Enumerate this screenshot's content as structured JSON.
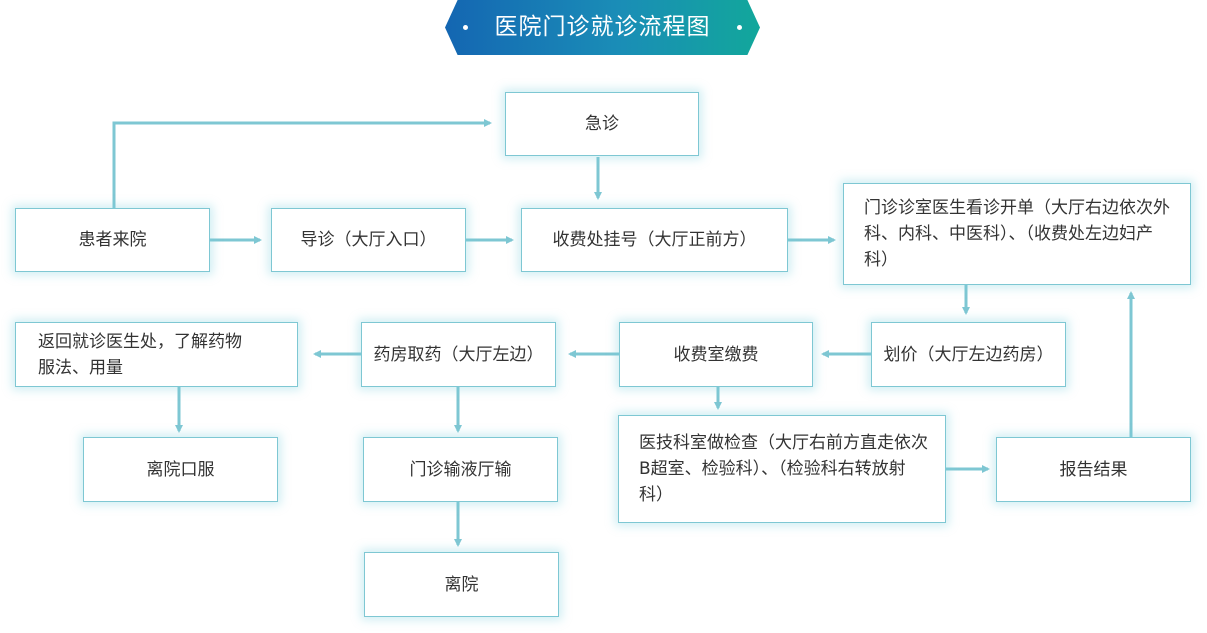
{
  "title": "医院门诊就诊流程图",
  "colors": {
    "banner_start": "#1466b2",
    "banner_end": "#12a79b",
    "connector": "#7ec7d3",
    "node_border": "#7ec7d3",
    "text": "#333333"
  },
  "nodes": {
    "emergency": "急诊",
    "patient_arrival": "患者来院",
    "triage": "导诊（大厅入口）",
    "registration": "收费处挂号（大厅正前方）",
    "clinic_doctor": "门诊诊室医生看诊开单（大厅右边依次外科、内科、中医科）、（收费处左边妇产科）",
    "pricing": "划价（大厅左边药房）",
    "payment": "收费室缴费",
    "pharmacy": "药房取药（大厅左边）",
    "return_doctor": "返回就诊医生处，了解药物服法、用量",
    "leave_oral": "离院口服",
    "infusion": "门诊输液厅输",
    "leave": "离院",
    "examination": "医技科室做检查（大厅右前方直走依次B超室、检验科）、（检验科右转放射科）",
    "report": "报告结果"
  }
}
